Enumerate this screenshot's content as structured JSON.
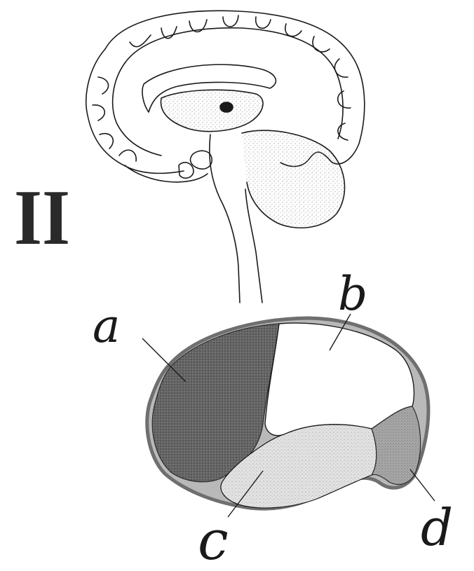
{
  "figure": {
    "numeral": "II",
    "labels": {
      "a": "a",
      "b": "b",
      "c": "c",
      "d": "d"
    },
    "colors": {
      "ink": "#1a1a1a",
      "region_a": "#5e5e5e",
      "region_b": "#ffffff",
      "region_c": "#d2d2d2",
      "region_d": "#9a9a9a",
      "stipple": "#8a8a8a"
    }
  }
}
